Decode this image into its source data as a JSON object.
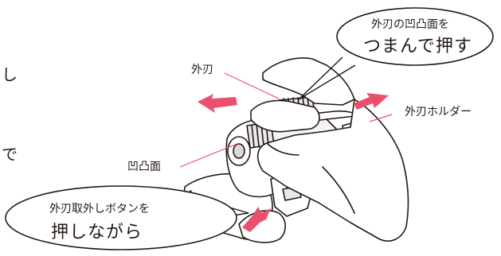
{
  "callouts": {
    "top_bubble": {
      "line1": "外刃の凹凸面を",
      "line2": "つまんで押す"
    },
    "bottom_bubble": {
      "line1": "外刃取外しボタンを",
      "line2": "押しながら"
    }
  },
  "labels": {
    "outer_blade": "外刃",
    "outer_blade_holder": "外刃ホルダー",
    "uneven_surface": "凹凸面"
  },
  "text_fragments": [
    "し",
    "で"
  ],
  "colors": {
    "arrow": "#e8506e",
    "line": "#231815",
    "leader": "#e8506e"
  },
  "icons": [
    "arrow-left-icon",
    "arrow-right-icon",
    "arrow-up-icon"
  ]
}
